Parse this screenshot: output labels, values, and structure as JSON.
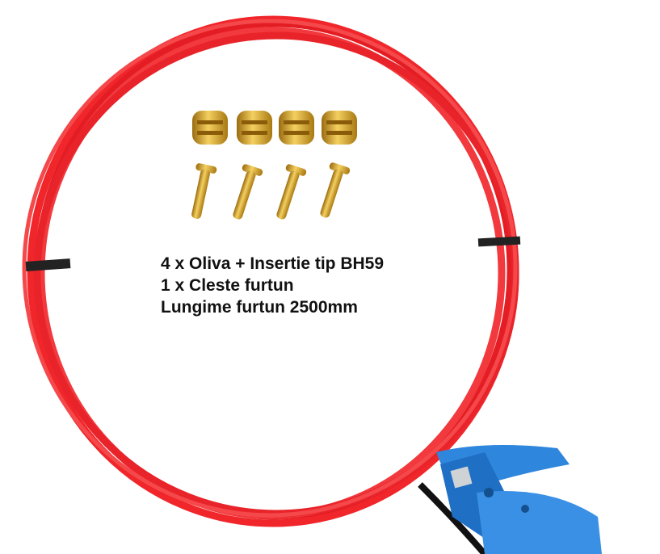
{
  "product": {
    "caption_lines": [
      "4 x Oliva + Insertie tip BH59",
      "1 x Cleste furtun",
      "Lungime furtun 2500mm"
    ],
    "colors": {
      "hose": "#f0262b",
      "brass": "#d9a521",
      "cutter": "#2e86dd"
    }
  }
}
